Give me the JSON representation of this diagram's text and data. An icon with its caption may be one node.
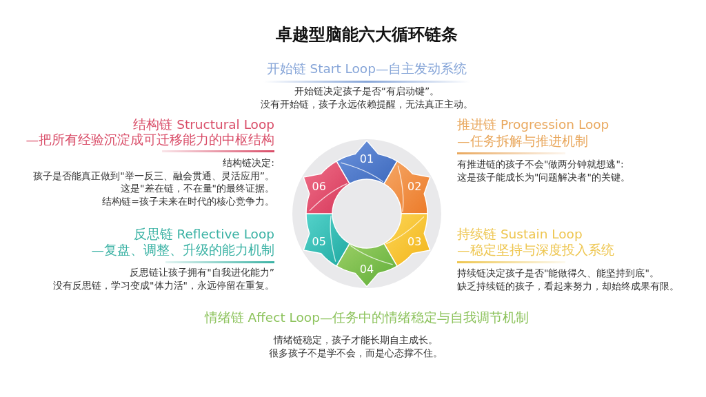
{
  "diagram": {
    "title": "卓越型脑能六大循环链条",
    "nodes": [
      {
        "text": [
          "01"
        ],
        "beside": [
          "开始链 Start Loop—自主发动系统",
          "开始链决定孩子是否“有启动键”。",
          "没有开始链，孩子永远依赖提醒，无法真正主动。"
        ]
      },
      {
        "text": [
          "02"
        ],
        "beside": [
          "推进链 Progression Loop",
          "—任务拆解与推进机制",
          "有推进链的孩子不会\"做两分钟就想逃\":",
          "这是孩子能成长为\"问题解决者\"的关键。"
        ]
      },
      {
        "text": [
          "03"
        ],
        "beside": [
          "持续链 Sustain Loop",
          "—稳定坚持与深度投入系统",
          "持续链决定孩子是否\"能做得久、能坚持到底\"。",
          "缺乏持续链的孩子，看起来努力，却始终成果有限。"
        ]
      },
      {
        "text": [
          "04"
        ],
        "beside": [
          "情绪链 Affect Loop—任务中的情绪稳定与自我调节机制",
          "情绪链稳定，孩子才能长期自主成长。",
          "很多孩子不是学不会，而是心态撑不住。"
        ]
      },
      {
        "text": [
          "05"
        ],
        "beside": [
          "反思链 Reflective Loop",
          "—复盘、调整、升级的能力机制",
          "反思链让孩子拥有\"自我进化能力”",
          "没有反思链，学习变成\"体力活\"，永远停留在重复。"
        ]
      },
      {
        "text": [
          "06"
        ],
        "beside": [
          "结构链 Structural Loop",
          "—把所有经验沉淀成可迁移能力的中枢结构",
          "结构链决定:",
          "孩子是否能真正做到\"举一反三、融会贯通、灵活应用”。",
          "这是\"差在链，不在量\"的最终证据。",
          "结构链=孩子未来在时代的核心竞争力。"
        ]
      }
    ]
  }
}
